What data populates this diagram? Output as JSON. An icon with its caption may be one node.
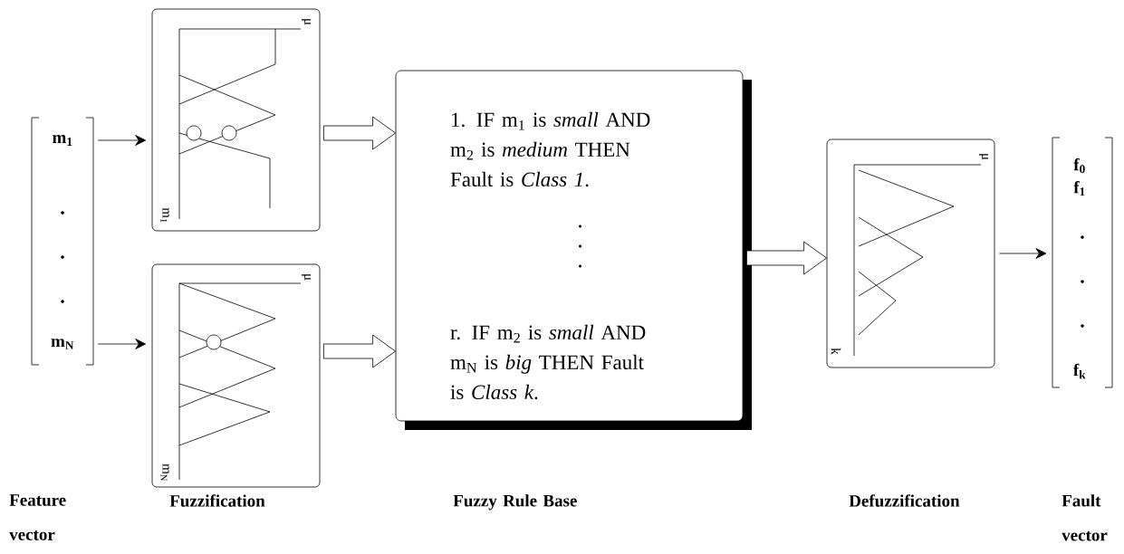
{
  "diagram": {
    "nodes": [
      {
        "text": [
          "m$_{1}$",
          "m$_{N}$"
        ]
      },
      {
        "text": [
          "μ",
          "m$_{1}$"
        ]
      },
      {
        "text": [
          "μ",
          "m$_{N}$"
        ]
      },
      {
        "text": [
          "1. IF m$_{1}$ is *small* AND m$_{2}$ is *medium* THEN Fault is *Class 1*.",
          "r. IF m$_{2}$ is *small* AND m$_{N}$ is *big* THEN Fault is *Class k*."
        ]
      },
      {
        "text": [
          "μ",
          "k"
        ]
      },
      {
        "text": [
          "f$_{0}$",
          "f$_{1}$",
          "f$_{k}$"
        ]
      }
    ],
    "edges": [
      {
        "from": 0,
        "to": 1,
        "arrow": "to"
      },
      {
        "from": 0,
        "to": 2,
        "arrow": "to"
      },
      {
        "from": 1,
        "to": 3,
        "arrow": "to",
        "style": "thick"
      },
      {
        "from": 2,
        "to": 3,
        "arrow": "to",
        "style": "thick"
      },
      {
        "from": 3,
        "to": 4,
        "arrow": "to",
        "style": "thick"
      },
      {
        "from": 4,
        "to": 5,
        "arrow": "to"
      }
    ],
    "labels": [
      "Feature vector",
      "Fuzzification",
      "Fuzzy Rule Base",
      "Defuzzification",
      "Fault vector"
    ]
  }
}
